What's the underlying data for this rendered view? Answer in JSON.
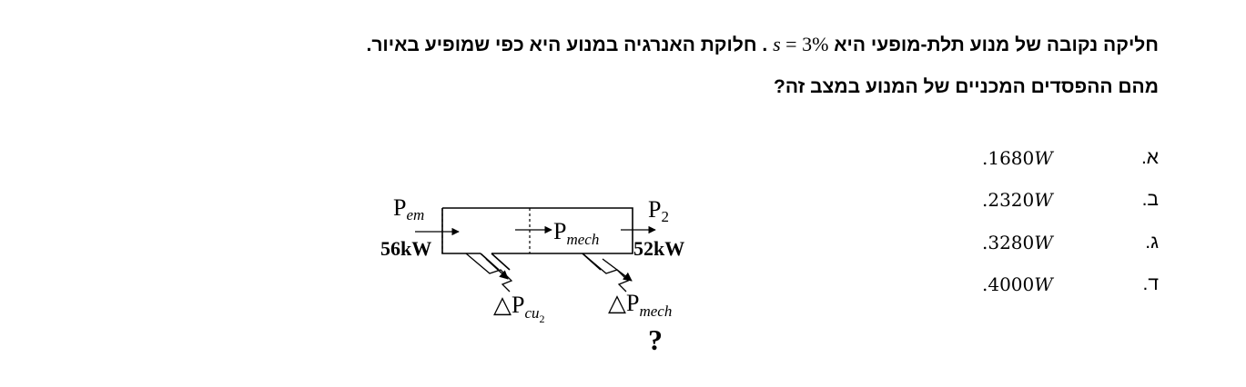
{
  "question": {
    "line1_main": "חליקה נקובה של מנוע תלת-מופעי היא",
    "slip_var": "s",
    "slip_rest": " = 3%",
    "line1_tail": " . חלוקת האנרגיה במנוע היא כפי שמופיע באיור.",
    "line2": "מהם ההפסדים המכניים של המנוע במצב זה?"
  },
  "answers": [
    {
      "letter": "א.",
      "value": ".1680",
      "unit": "W"
    },
    {
      "letter": "ב.",
      "value": ".2320",
      "unit": "W"
    },
    {
      "letter": "ג.",
      "value": ".3280",
      "unit": "W"
    },
    {
      "letter": "ד.",
      "value": ".4000",
      "unit": "W"
    }
  ],
  "diagram": {
    "p_em_main": "P",
    "p_em_sub": "em",
    "p_em_value": "56kW",
    "p_mech_main": "P",
    "p_mech_sub": "mech",
    "p2_main": "P",
    "p2_sub": "2",
    "p2_value": "52kW",
    "loss_cu_prefix": "△P",
    "loss_cu_sub": "cu",
    "loss_cu_subsub": "2",
    "loss_mech_prefix": "△P",
    "loss_mech_sub": "mech",
    "unknown_mark": "?"
  }
}
